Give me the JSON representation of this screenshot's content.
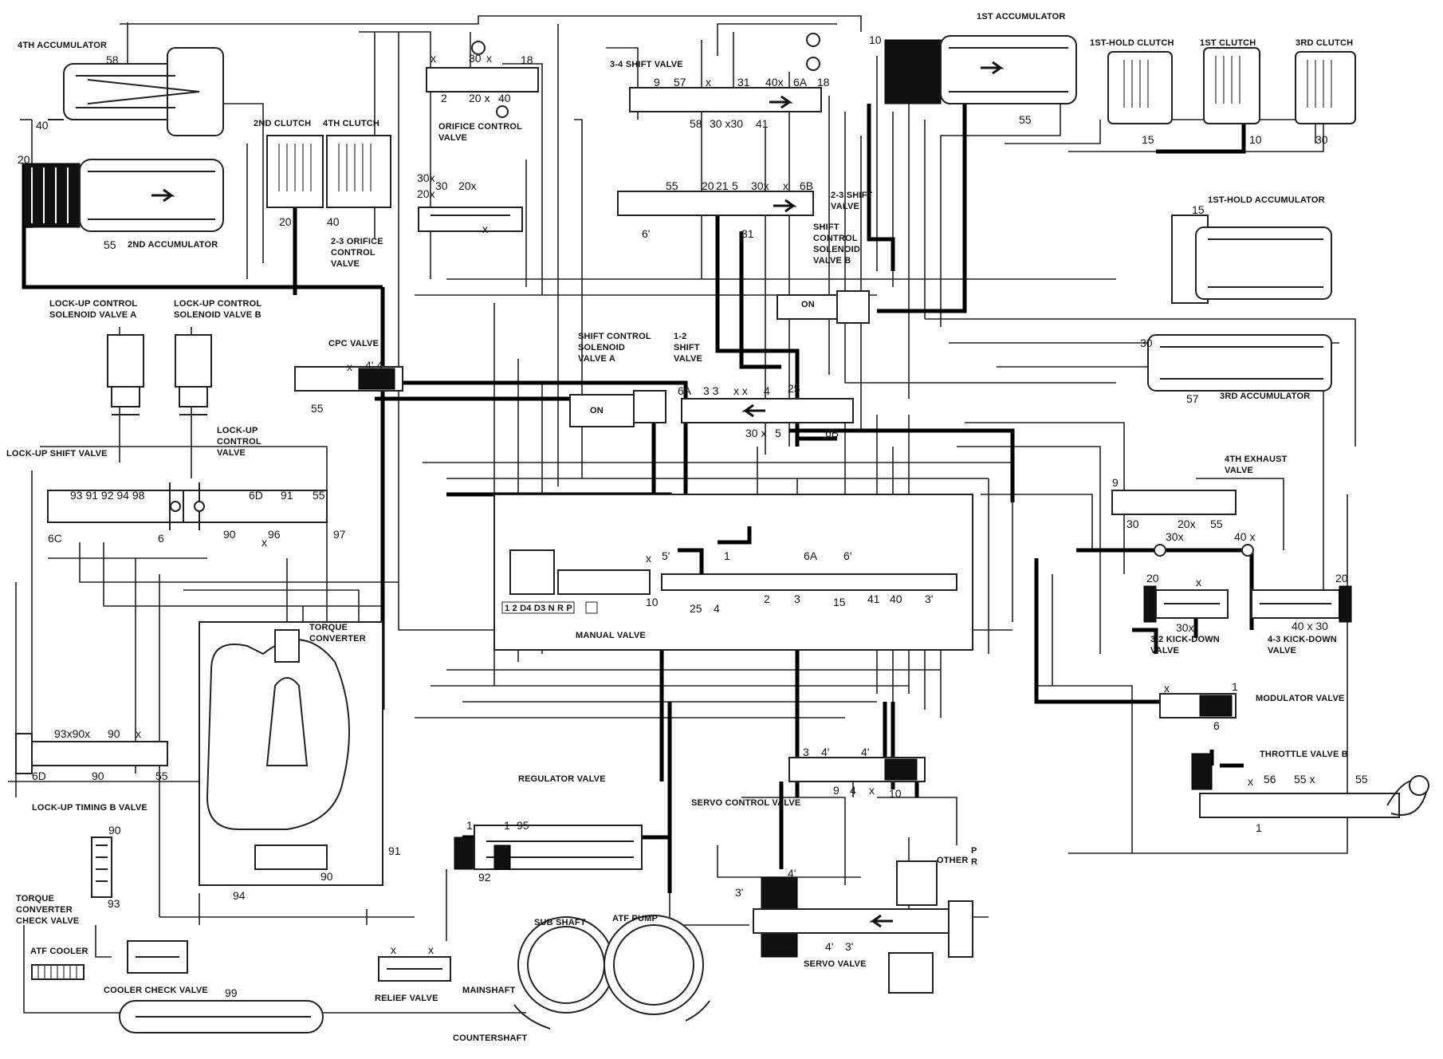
{
  "labels": {
    "acc_4th": "4TH ACCUMULATOR",
    "acc_2nd": "2ND ACCUMULATOR",
    "clutch_2nd": "2ND CLUTCH",
    "clutch_4th": "4TH CLUTCH",
    "orifice_23": "2-3 ORIFICE",
    "orifice_23_b": "CONTROL",
    "orifice_23_c": "VALVE",
    "orifice_ctrl": "ORIFICE CONTROL",
    "orifice_ctrl_b": "VALVE",
    "shift_34": "3-4 SHIFT VALVE",
    "acc_1st": "1ST ACCUMULATOR",
    "clutch_1st_hold": "1ST-HOLD CLUTCH",
    "clutch_1st": "1ST CLUTCH",
    "clutch_3rd": "3RD CLUTCH",
    "acc_1st_hold": "1ST-HOLD ACCUMULATOR",
    "shift_23": "2-3 SHIFT",
    "shift_23_b": "VALVE",
    "sol_b": "SHIFT",
    "sol_b2": "CONTROL",
    "sol_b3": "SOLENOID",
    "sol_b4": "VALVE B",
    "lu_sol_a": "LOCK-UP CONTROL",
    "lu_sol_a2": "SOLENOID VALVE A",
    "lu_sol_b": "LOCK-UP CONTROL",
    "lu_sol_b2": "SOLENOID VALVE B",
    "cpc": "CPC VALVE",
    "sol_a": "SHIFT CONTROL",
    "sol_a2": "SOLENOID",
    "sol_a3": "VALVE A",
    "shift_12": "1-2",
    "shift_12_b": "SHIFT",
    "shift_12_c": "VALVE",
    "acc_3rd": "3RD ACCUMULATOR",
    "lu_shift": "LOCK-UP SHIFT VALVE",
    "lu_ctrl": "LOCK-UP",
    "lu_ctrl_b": "CONTROL",
    "lu_ctrl_c": "VALVE",
    "exhaust_4th": "4TH EXHAUST",
    "exhaust_4th_b": "VALVE",
    "manual": "MANUAL VALVE",
    "kd_32": "3-2 KICK-DOWN",
    "kd_32_b": "VALVE",
    "kd_43": "4-3 KICK-DOWN",
    "kd_43_b": "VALVE",
    "tc": "TORQUE",
    "tc_b": "CONVERTER",
    "modulator": "MODULATOR VALVE",
    "throttle_b": "THROTTLE VALVE B",
    "regulator": "REGULATOR VALVE",
    "servo_ctrl": "SERVO CONTROL VALVE",
    "lu_timing": "LOCK-UP TIMING B VALVE",
    "tc_check": "TORQUE",
    "tc_check_b": "CONVERTER",
    "tc_check_c": "CHECK VALVE",
    "sub_shaft": "SUB SHAFT",
    "atf_pump": "ATF PUMP",
    "other": "OTHER",
    "other_p": "P",
    "other_r": "R",
    "servo": "SERVO VALVE",
    "atf_cooler": "ATF COOLER",
    "cooler_check": "COOLER CHECK VALVE",
    "relief": "RELIEF VALVE",
    "mainshaft": "MAINSHAFT",
    "countershaft": "COUNTERSHAFT",
    "sol_on_b": "ON",
    "sol_on_a": "ON",
    "manual_pos": "1 2 D4 D3 N R P"
  },
  "ports": {
    "p58a": "58",
    "p40a": "40",
    "p20a": "20",
    "p55a": "55",
    "p20b": "20",
    "p40b": "40",
    "oc_x": "x",
    "oc_30": "30",
    "oc_x2": "x",
    "oc_18": "18",
    "oc_2": "2",
    "oc_20x": "20 x",
    "oc_40": "40",
    "s34_9": "9",
    "s34_57": "57",
    "s34_x": "x",
    "s34_31": "31",
    "s34_40x": "40x",
    "s34_6a": "6A",
    "s34_18": "18",
    "s34_58": "58",
    "s34_30x30": "30 x30",
    "s34_41": "41",
    "a1_10": "10",
    "a1_55": "55",
    "c1h_15": "15",
    "c1_10": "10",
    "c3_30": "30",
    "oa_30x": "30x",
    "oa_20x": "20x",
    "oa_30": "30",
    "oa_20x2": "20x",
    "oa_x": "x",
    "s23_55": "55",
    "s23_20": "20",
    "s23_21": "21",
    "s23_5": "5",
    "s23_30x": "30x",
    "s23_x": "x",
    "s23_6b": "6B",
    "s23_6": "6'",
    "s23_31": "31",
    "h1_15": "15",
    "a3_30": "30",
    "a3_57": "57",
    "cpc_x": "x",
    "cpc_4": "4' 4",
    "cpc_55": "55",
    "s12_6a": "6A",
    "s12_3": "3 3",
    "s12_xx": "x x",
    "s12_4": "4",
    "s12_25": "25",
    "s12_30x": "30 x",
    "s12_5": "5",
    "s12_6b": "6B",
    "lus_93": "93 91 92 94 98",
    "lus_6d": "6D",
    "lus_91": "91",
    "lus_55": "55",
    "lus_6c": "6C",
    "lus_6": "6",
    "lus_90": "90",
    "lus_96": "96",
    "lus_97": "97",
    "lus_x": "x",
    "e4_9": "9",
    "e4_30": "30",
    "e4_20x": "20x",
    "e4_55": "55",
    "e4_30x": "30x",
    "e4_40x": "40 x",
    "mv_x": "x",
    "mv_5": "5'",
    "mv_1": "1",
    "mv_6a": "6A",
    "mv_6": "6'",
    "mv_10": "10",
    "mv_25": "25",
    "mv_4": "4",
    "mv_2": "2",
    "mv_3": "3",
    "mv_15": "15",
    "mv_41": "41",
    "mv_40": "40",
    "mv_3b": "3'",
    "kd_20": "20",
    "kd_30x": "30x",
    "kd_x": "x",
    "kd_20b": "20",
    "kd_40x30": "40 x 30",
    "mod_x": "x",
    "mod_1": "1",
    "mod_6": "6",
    "lut_93": "93x90x",
    "lut_90": "90",
    "lut_x": "x",
    "lut_6d": "6D",
    "lut_90b": "90",
    "lut_55": "55",
    "tb_x": "x",
    "tb_56": "56",
    "tb_55": "55 x",
    "tb_55b": "55",
    "tb_1": "1",
    "sc_3": "3",
    "sc_4": "4'",
    "sc_4b": "4'",
    "sc_9": "9",
    "sc_4c": "4",
    "sc_x": "x",
    "sc_10": "10",
    "rg_1": "1",
    "rg_1b": "1",
    "rg_95": "95",
    "rg_92": "92",
    "rg_91": "91",
    "tc_94": "94",
    "tc_90": "90",
    "lt_90": "90",
    "lt_93": "93",
    "sv_4": "4'",
    "sv_3": "3'",
    "sv_4b": "4'",
    "sv_3b": "3'",
    "rl_x": "x",
    "rl_x2": "x",
    "cl_99": "99"
  },
  "icons": [
    "solenoid-icon",
    "check-ball-icon",
    "spring-icon",
    "arrow-right-icon"
  ],
  "colors": {
    "line": "#222222",
    "dark_fill": "#111111",
    "paper": "#ffffff"
  }
}
